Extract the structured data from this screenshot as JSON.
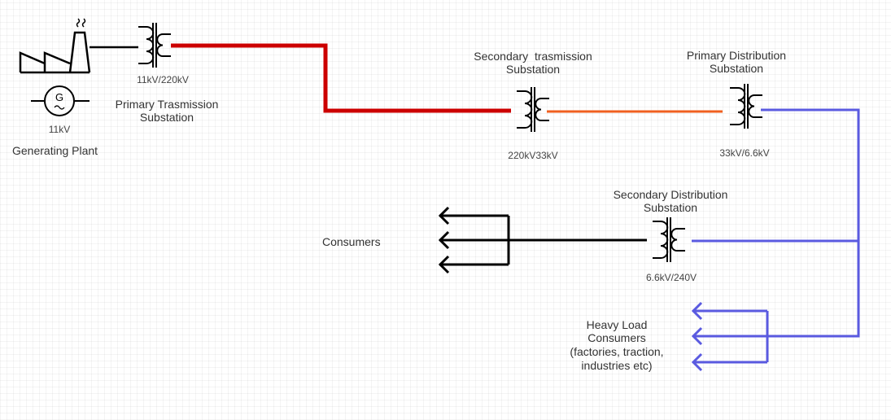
{
  "colors": {
    "transmission_220kv": "#cc0000",
    "transmission_33kv": "#f06020",
    "distribution_6_6kv": "#5a5ae0",
    "low_voltage": "#000000"
  },
  "generating_plant": {
    "label": "Generating Plant",
    "voltage": "11kV",
    "generator_symbol": "G",
    "ac_symbol": "~"
  },
  "primary_transmission": {
    "title_line1": "Primary Trasmission",
    "title_line2": "Substation",
    "ratio": "11kV/220kV"
  },
  "secondary_transmission": {
    "title_line1": "Secondary  trasmission",
    "title_line2": "Substation",
    "ratio": "220kV33kV"
  },
  "primary_distribution": {
    "title_line1": "Primary Distribution",
    "title_line2": "Substation",
    "ratio": "33kV/6.6kV"
  },
  "secondary_distribution": {
    "title_line1": "Secondary Distribution",
    "title_line2": "Substation",
    "ratio": "6.6kV/240V"
  },
  "consumers": {
    "label": "Consumers"
  },
  "heavy_load": {
    "line1": "Heavy Load",
    "line2": "Consumers",
    "line3": "(factories, traction,",
    "line4": "industries etc)"
  }
}
